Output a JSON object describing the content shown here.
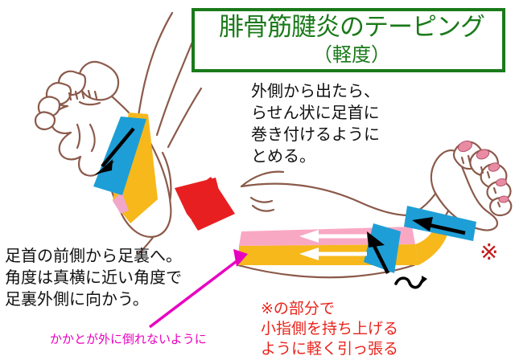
{
  "title": {
    "main": "腓骨筋腱炎のテーピング",
    "sub": "（軽度）",
    "color": "#1a7a1a"
  },
  "notes": {
    "top_right": "外側から出たら、\nらせん状に足首に\n巻き付けるように\nとめる。",
    "left_bottom": "足首の前側から足裏へ。\n角度は真横に近い角度で\n足裏外側に向かう。",
    "magenta_caption": "かかとが外に倒れないように",
    "red_bottom_right": "※の部分で\n小指側を持ち上げる\nように軽く引っ張る",
    "kome_mark": "※"
  },
  "colors": {
    "green": "#1a7a1a",
    "magenta": "#e800c0",
    "red_text": "#e8241c",
    "kome_red": "#c41b1b",
    "tape_blue": "#1e9ed6",
    "tape_yellow": "#f6b81b",
    "tape_pink": "#f9a8c4",
    "skin_outline": "#8b5a4a",
    "red_arrow": "#e81f21"
  },
  "illustrations": {
    "left": {
      "name": "foot-sole-with-blue-yellow-tape",
      "arrow": "black-arrow-down-left"
    },
    "right": {
      "name": "leg-side-view-with-pink-yellow-blue-tape",
      "arrows": [
        "white-arrow-left",
        "white-arrow-left",
        "black-arrow-up-left",
        "black-arrow-up",
        "black-hook"
      ]
    },
    "transition": {
      "name": "red-step-arrow",
      "direction": "right-down"
    }
  }
}
